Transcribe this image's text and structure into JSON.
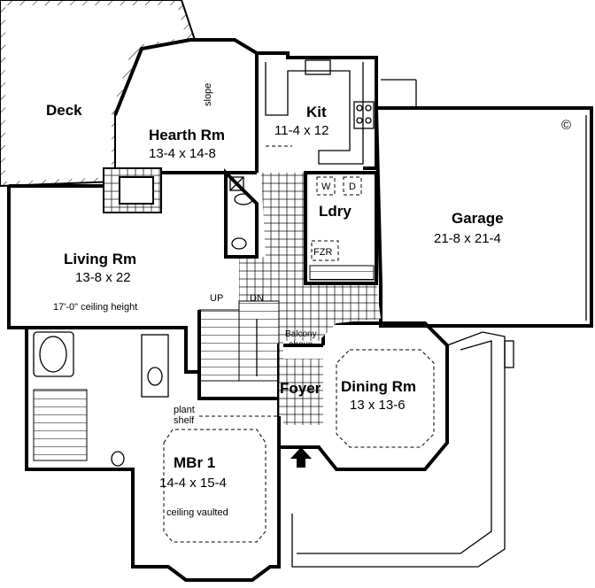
{
  "plan": {
    "rooms": {
      "deck": {
        "name": "Deck"
      },
      "hearth": {
        "name": "Hearth Rm",
        "size": "13-4 x 14-8",
        "note": "slope"
      },
      "kitchen": {
        "name": "Kit",
        "size": "11-4 x 12"
      },
      "laundry": {
        "name": "Ldry",
        "washer": "W",
        "dryer": "D",
        "freezer": "FZR"
      },
      "garage": {
        "name": "Garage",
        "size": "21-8 x 21-4",
        "mark": "©"
      },
      "living": {
        "name": "Living Rm",
        "size": "13-8 x 22",
        "note": "17'-0\" ceiling height"
      },
      "foyer": {
        "name": "Foyer",
        "note_line1": "Balcony",
        "note_line2": "above"
      },
      "dining": {
        "name": "Dining Rm",
        "size": "13 x 13-6"
      },
      "master": {
        "name": "MBr 1",
        "size": "14-4 x 15-4",
        "note": "ceiling vaulted"
      }
    },
    "stairs": {
      "up": "UP",
      "down": "DN"
    },
    "plant_shelf_line1": "plant",
    "plant_shelf_line2": "shelf"
  }
}
